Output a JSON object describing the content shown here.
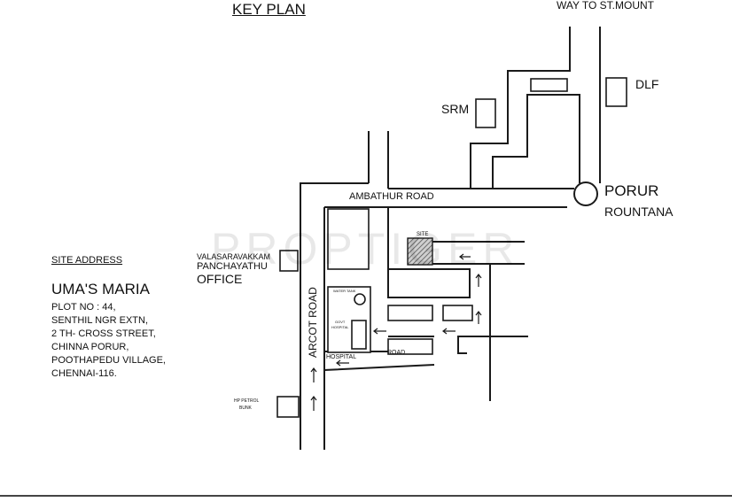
{
  "map": {
    "title": "KEY PLAN",
    "direction_label": "WAY TO ST.MOUNT",
    "landmarks": {
      "srm": "SRM",
      "dlf": "DLF",
      "porur": "PORUR",
      "rountana": "ROUNTANA",
      "site": "SITE",
      "valasaravakkam_1": "VALASARAVAKKAM",
      "valasaravakkam_2": "PANCHAYATHU",
      "valasaravakkam_3": "OFFICE",
      "hp_petrol_1": "HP PETROL",
      "hp_petrol_2": "BUNK",
      "water_tank": "WATER TANK",
      "govt_hospital_1": "GOVT",
      "govt_hospital_2": "HOSPITAL"
    },
    "roads": {
      "ambathur": "AMBATHUR ROAD",
      "arcot": "ARCOT ROAD",
      "hospital": "HOSPITAL",
      "road": "ROAD"
    },
    "watermark": "PROPTIGER"
  },
  "site_address": {
    "heading": "SITE ADDRESS",
    "name": "UMA'S MARIA",
    "lines": [
      "PLOT NO : 44,",
      "SENTHIL NGR EXTN,",
      "2 TH-  CROSS STREET,",
      "CHINNA PORUR,",
      "POOTHAPEDU VILLAGE,",
      "CHENNAI-116."
    ]
  }
}
